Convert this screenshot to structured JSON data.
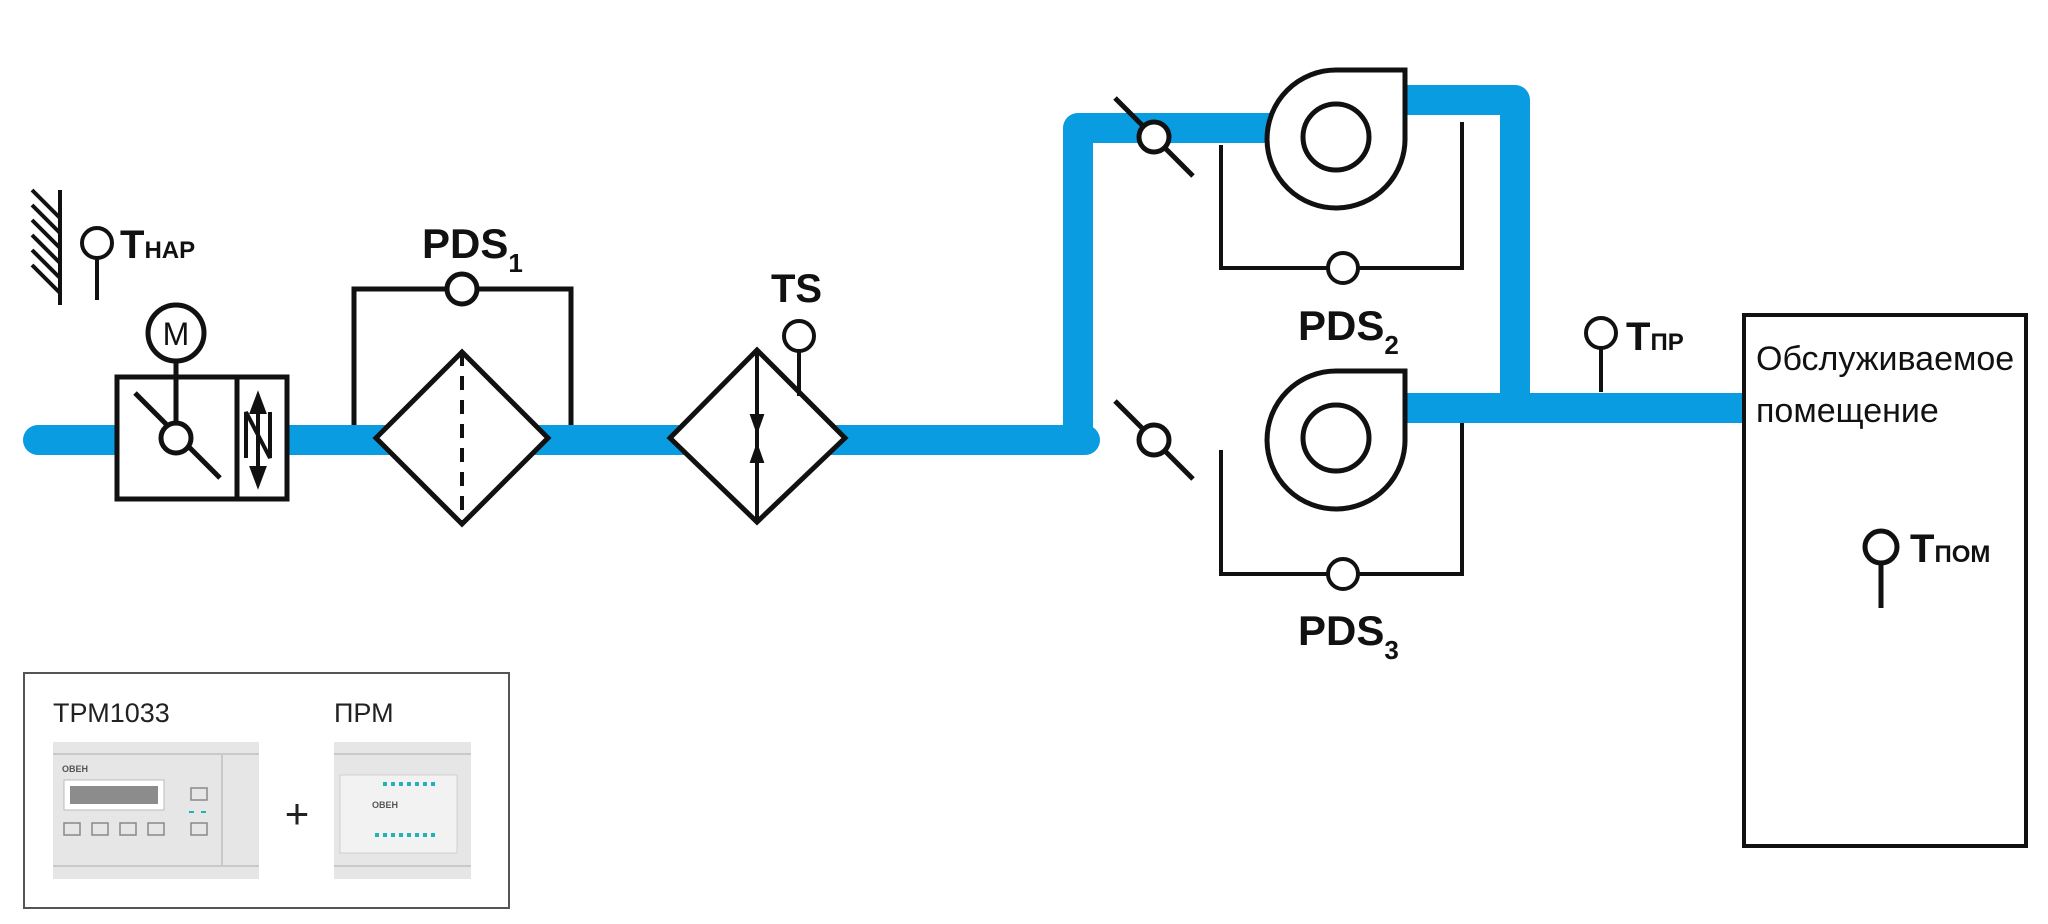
{
  "colors": {
    "duct": "#0a9ce0",
    "stroke": "#111111",
    "device_body": "#e6e6e6",
    "device_accent": "#1fb3b3"
  },
  "labels": {
    "t_nar": {
      "main": "T",
      "sub": "НАР"
    },
    "pds1": {
      "main": "PDS",
      "sub": "1"
    },
    "ts": "TS",
    "motor": "M",
    "pds2": {
      "main": "PDS",
      "sub": "2"
    },
    "pds3": {
      "main": "PDS",
      "sub": "3"
    },
    "t_pr": {
      "main": "T",
      "sub": "ПР"
    },
    "t_pom": {
      "main": "T",
      "sub": "ПОМ"
    }
  },
  "room": {
    "line1": "Обслуживаемое",
    "line2": "помещение"
  },
  "devices": {
    "controller": {
      "name": "ТРМ1033",
      "brand": "ОВЕН"
    },
    "plus": "+",
    "module": {
      "name": "ПРМ",
      "brand": "ОВЕН"
    }
  }
}
